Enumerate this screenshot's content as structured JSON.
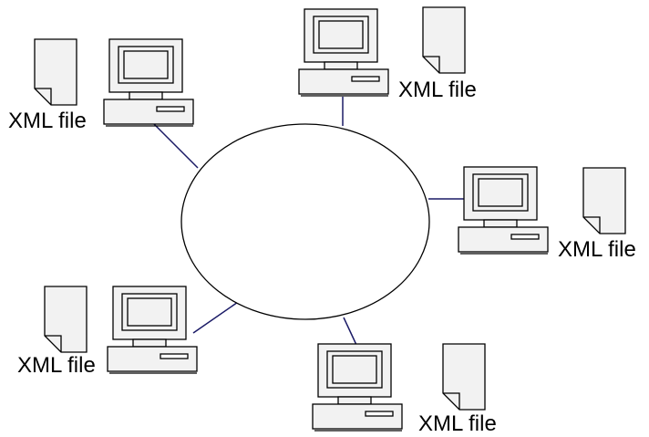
{
  "diagram": {
    "background": "#ffffff",
    "link_color": "#1a1a66",
    "device_fill": "#f2f2f2",
    "document_fill": "#f2f2f2",
    "outline_color": "#000000",
    "hub_shape": "ellipse",
    "computer_icon": "desktop-computer-icon",
    "document_icon": "document-icon",
    "nodes": [
      {
        "id": "top-left",
        "label": "XML file"
      },
      {
        "id": "top",
        "label": "XML file"
      },
      {
        "id": "right",
        "label": "XML file"
      },
      {
        "id": "bottom-left",
        "label": "XML file"
      },
      {
        "id": "bottom",
        "label": "XML file"
      }
    ]
  }
}
